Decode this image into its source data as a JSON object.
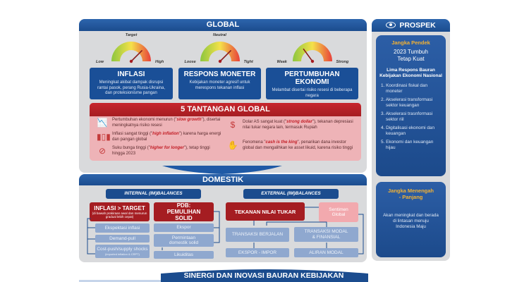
{
  "global": {
    "title": "GLOBAL",
    "gauges": [
      {
        "top": "Target",
        "left": "Low",
        "right": "High",
        "level": 0.75,
        "title": "INFLASI",
        "desc": "Meningkat akibat dampak disrupsi rantai pasok, perang Rusia-Ukraina, dan proteksionisme pangan"
      },
      {
        "top": "Neutral",
        "left": "Loose",
        "right": "Tight",
        "level": 0.75,
        "title": "RESPONS MONETER",
        "desc": "Kebijakan moneter agresif untuk merespons tekanan inflasi"
      },
      {
        "top": "",
        "left": "Weak",
        "right": "Strong",
        "level": 0.3,
        "title": "PERTUMBUHAN EKONOMI",
        "desc": "Melambat disertai risiko resesi di beberapa negara"
      }
    ],
    "challenges": {
      "title": "5 TANTANGAN GLOBAL",
      "items": [
        {
          "icon": "declining-chart-icon",
          "pre": "Pertumbuhan ekonomi menurun (\"",
          "em": "slow growth",
          "post": "\"), disertai meningkatnya risiko resesi"
        },
        {
          "icon": "rising-bars-icon",
          "pre": "Inflasi sangat tinggi (\"",
          "em": "high inflation",
          "post": "\") karena harga energi dan pangan global"
        },
        {
          "icon": "interest-rate-icon",
          "pre": "Suku bunga tinggi (\"",
          "em": "higher for longer",
          "post": "\"), tetap tinggi hingga 2023"
        },
        {
          "icon": "dollar-icon",
          "pre": "Dolar AS sangat kuat (\"",
          "em": "strong dollar",
          "post": "\"), tekanan depresiasi nilai tukar negara lain, termasuk Rupiah"
        },
        {
          "icon": "cash-icon",
          "pre": "Fenomena \"",
          "em": "cash is the king",
          "post": "\", penarikan dana investor global dan mengalihkan ke asset likuid, karena risiko tinggi"
        }
      ]
    }
  },
  "domestic": {
    "title": "DOMESTIK",
    "internal": {
      "title": "INTERNAL (IM)BALANCES",
      "inflation": "INFLASI > TARGET",
      "inflation_note": "(di bawah prakiraan awal dan menurun gradual lebih cepat)",
      "pdb": "PDB: PEMULIHAN SOLID",
      "inflation_drivers": [
        "Ekspektasi inflasi",
        "Demand-pull",
        "Cost-push/supply shocks"
      ],
      "cost_push_note": "(imported inflation & CRPT)",
      "pdb_drivers": [
        "Ekspor",
        "Permintaan domestik solid",
        "Likuiditas"
      ]
    },
    "external": {
      "title": "EXTERNAL (IM)BALANCES",
      "pressure": "TEKANAN NILAI TUKAR",
      "sentiment": "Sentimen Global",
      "current": "TRANSAKSI BERJALAN",
      "capital": "TRANSAKSI MODAL & FINANSIAL",
      "trade": "EKSPOR - IMPOR",
      "flows": "ALIRAN MODAL"
    }
  },
  "banner": "SINERGI DAN INOVASI BAURAN KEBIJAKAN",
  "prospek": {
    "title": "PROSPEK",
    "short": {
      "label": "Jangka Pendek",
      "headline": "2023 Tumbuh Tetap Kuat",
      "subtitle": "Lima Respons Bauran Kebijakan Ekonomi Nasional",
      "items": [
        "1. Koordinasi fiskal dan moneter",
        "2. Akselerasi transformasi sektor keuangan",
        "3. Akselerasi trasnformasi sektor riil",
        "4. Digitalisasi ekonomi dan keuangan",
        "5. Ekonomi dan keuangan hijau"
      ]
    },
    "long": {
      "label": "Jangka Menengah - Panjang",
      "desc": "Akan meningkat dan berada di lintasan menuju Indonesia Maju"
    }
  },
  "colors": {
    "blue": "#1a4f97",
    "red": "#a51d22",
    "pink": "#f2a9ae",
    "light_blue": "#8fa8cf",
    "gold": "#f3b233"
  }
}
